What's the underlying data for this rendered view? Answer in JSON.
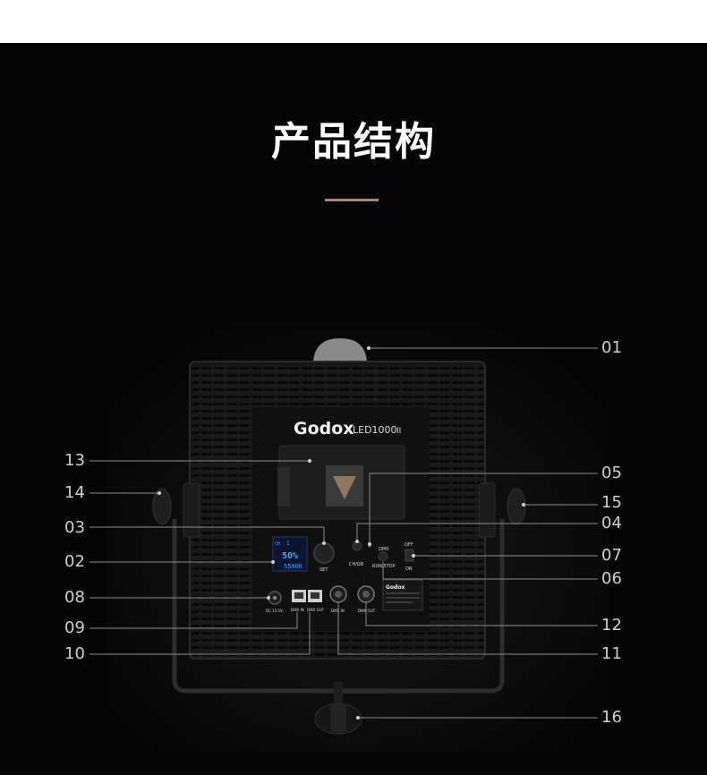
{
  "header": {
    "title": "产品结构"
  },
  "product": {
    "brand": "Godox",
    "model": "LED1000",
    "model_suffix": "II",
    "display": {
      "channel_label": "CH",
      "channel_value": "1",
      "brightness": "50%",
      "color_temp": "5500K"
    },
    "labels": {
      "set": "SET",
      "ch_gr": "CH/GR",
      "dmx": "DMX",
      "run_stop": "RUN/STOP",
      "off": "OFF",
      "on": "ON",
      "dc_in": "DC 15.5V",
      "dmx_in": "DMX IN",
      "dmx_out": "DMX OUT",
      "dmx_in_xlr": "DMX IN",
      "dmx_out_xlr": "DMX OUT",
      "sticker_brand": "Godox"
    }
  },
  "callouts": {
    "c01": "01",
    "c02": "02",
    "c03": "03",
    "c04": "04",
    "c05": "05",
    "c06": "06",
    "c07": "07",
    "c08": "08",
    "c09": "09",
    "c10": "10",
    "c11": "11",
    "c12": "12",
    "c13": "13",
    "c14": "14",
    "c15": "15",
    "c16": "16"
  },
  "colors": {
    "accent": "#a08a72",
    "background": "#050505",
    "lcd": "#4aa3ff"
  }
}
